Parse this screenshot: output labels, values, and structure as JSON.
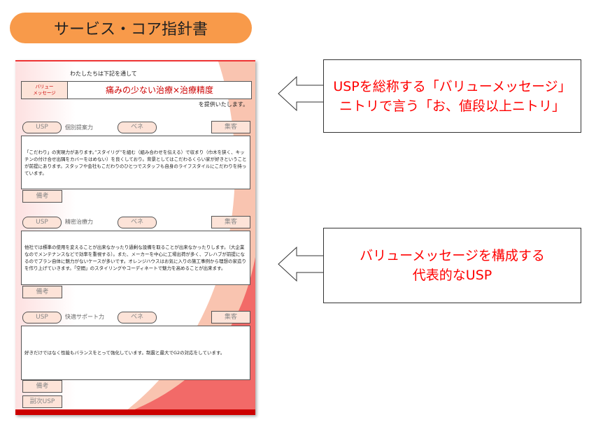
{
  "title": "サービス・コア指針書",
  "doc": {
    "intro": "わたしたちは下記を通して",
    "value_label_1": "バリュー",
    "value_label_2": "メッセージ",
    "value_message": "痛みの少ない治療×治療精度",
    "outro": "を提供いたします。",
    "sections": [
      {
        "usp": "USP",
        "name": "個別提案力",
        "bene": "ベネ",
        "attract": "集客",
        "text": "「こだわり」の実現力があります。”スタイリグ”を組む（組み合わせを伝える）で収まり（巾木を狭く、キッチンの付け合せ出隅をカバーをはめない）を良くしており。背景としてはこだわるくらい家が好きということが前提にあります。スタッフや会社もこだわりのひとつでスタッフも自身のライフスタイルにこだわりを持っています。",
        "note": "備考"
      },
      {
        "usp": "USP",
        "name": "精密治療力",
        "bene": "ベネ",
        "attract": "集客",
        "text": "他社では標準の使用を変えることが出来なかったり過剰な設備を取ることが出来なかったりします。（大企業なのでメンテナンスなどで効率を重視する）。また、メーカーを中心に工場出荷が多く、プレハブが前提になるのでプラン自体に魅力がないケースが多いです。オレンジハウスはお気に入りの施工事例から理想の家造りを作り上げていきます。「空間」のスタイリングやコーディネートで魅力を高めることが出来ます。",
        "note": "備考"
      },
      {
        "usp": "USP",
        "name": "快適サポート力",
        "bene": "ベネ",
        "attract": "集客",
        "text": "好きだけではなく性能もバランスをとって強化しています。制震と最大でG2の対応をしています。",
        "note": "備考"
      }
    ],
    "sub_usp": "副次USP"
  },
  "callouts": [
    {
      "line1": "USPを総称する「バリューメッセージ」",
      "line2": "ニトリで言う「お、値段以上ニトリ」"
    },
    {
      "line1": "バリューメッセージを構成する",
      "line2": "代表的なUSP"
    }
  ],
  "colors": {
    "accent": "#F89A4A",
    "callout_text": "#FF0000"
  }
}
